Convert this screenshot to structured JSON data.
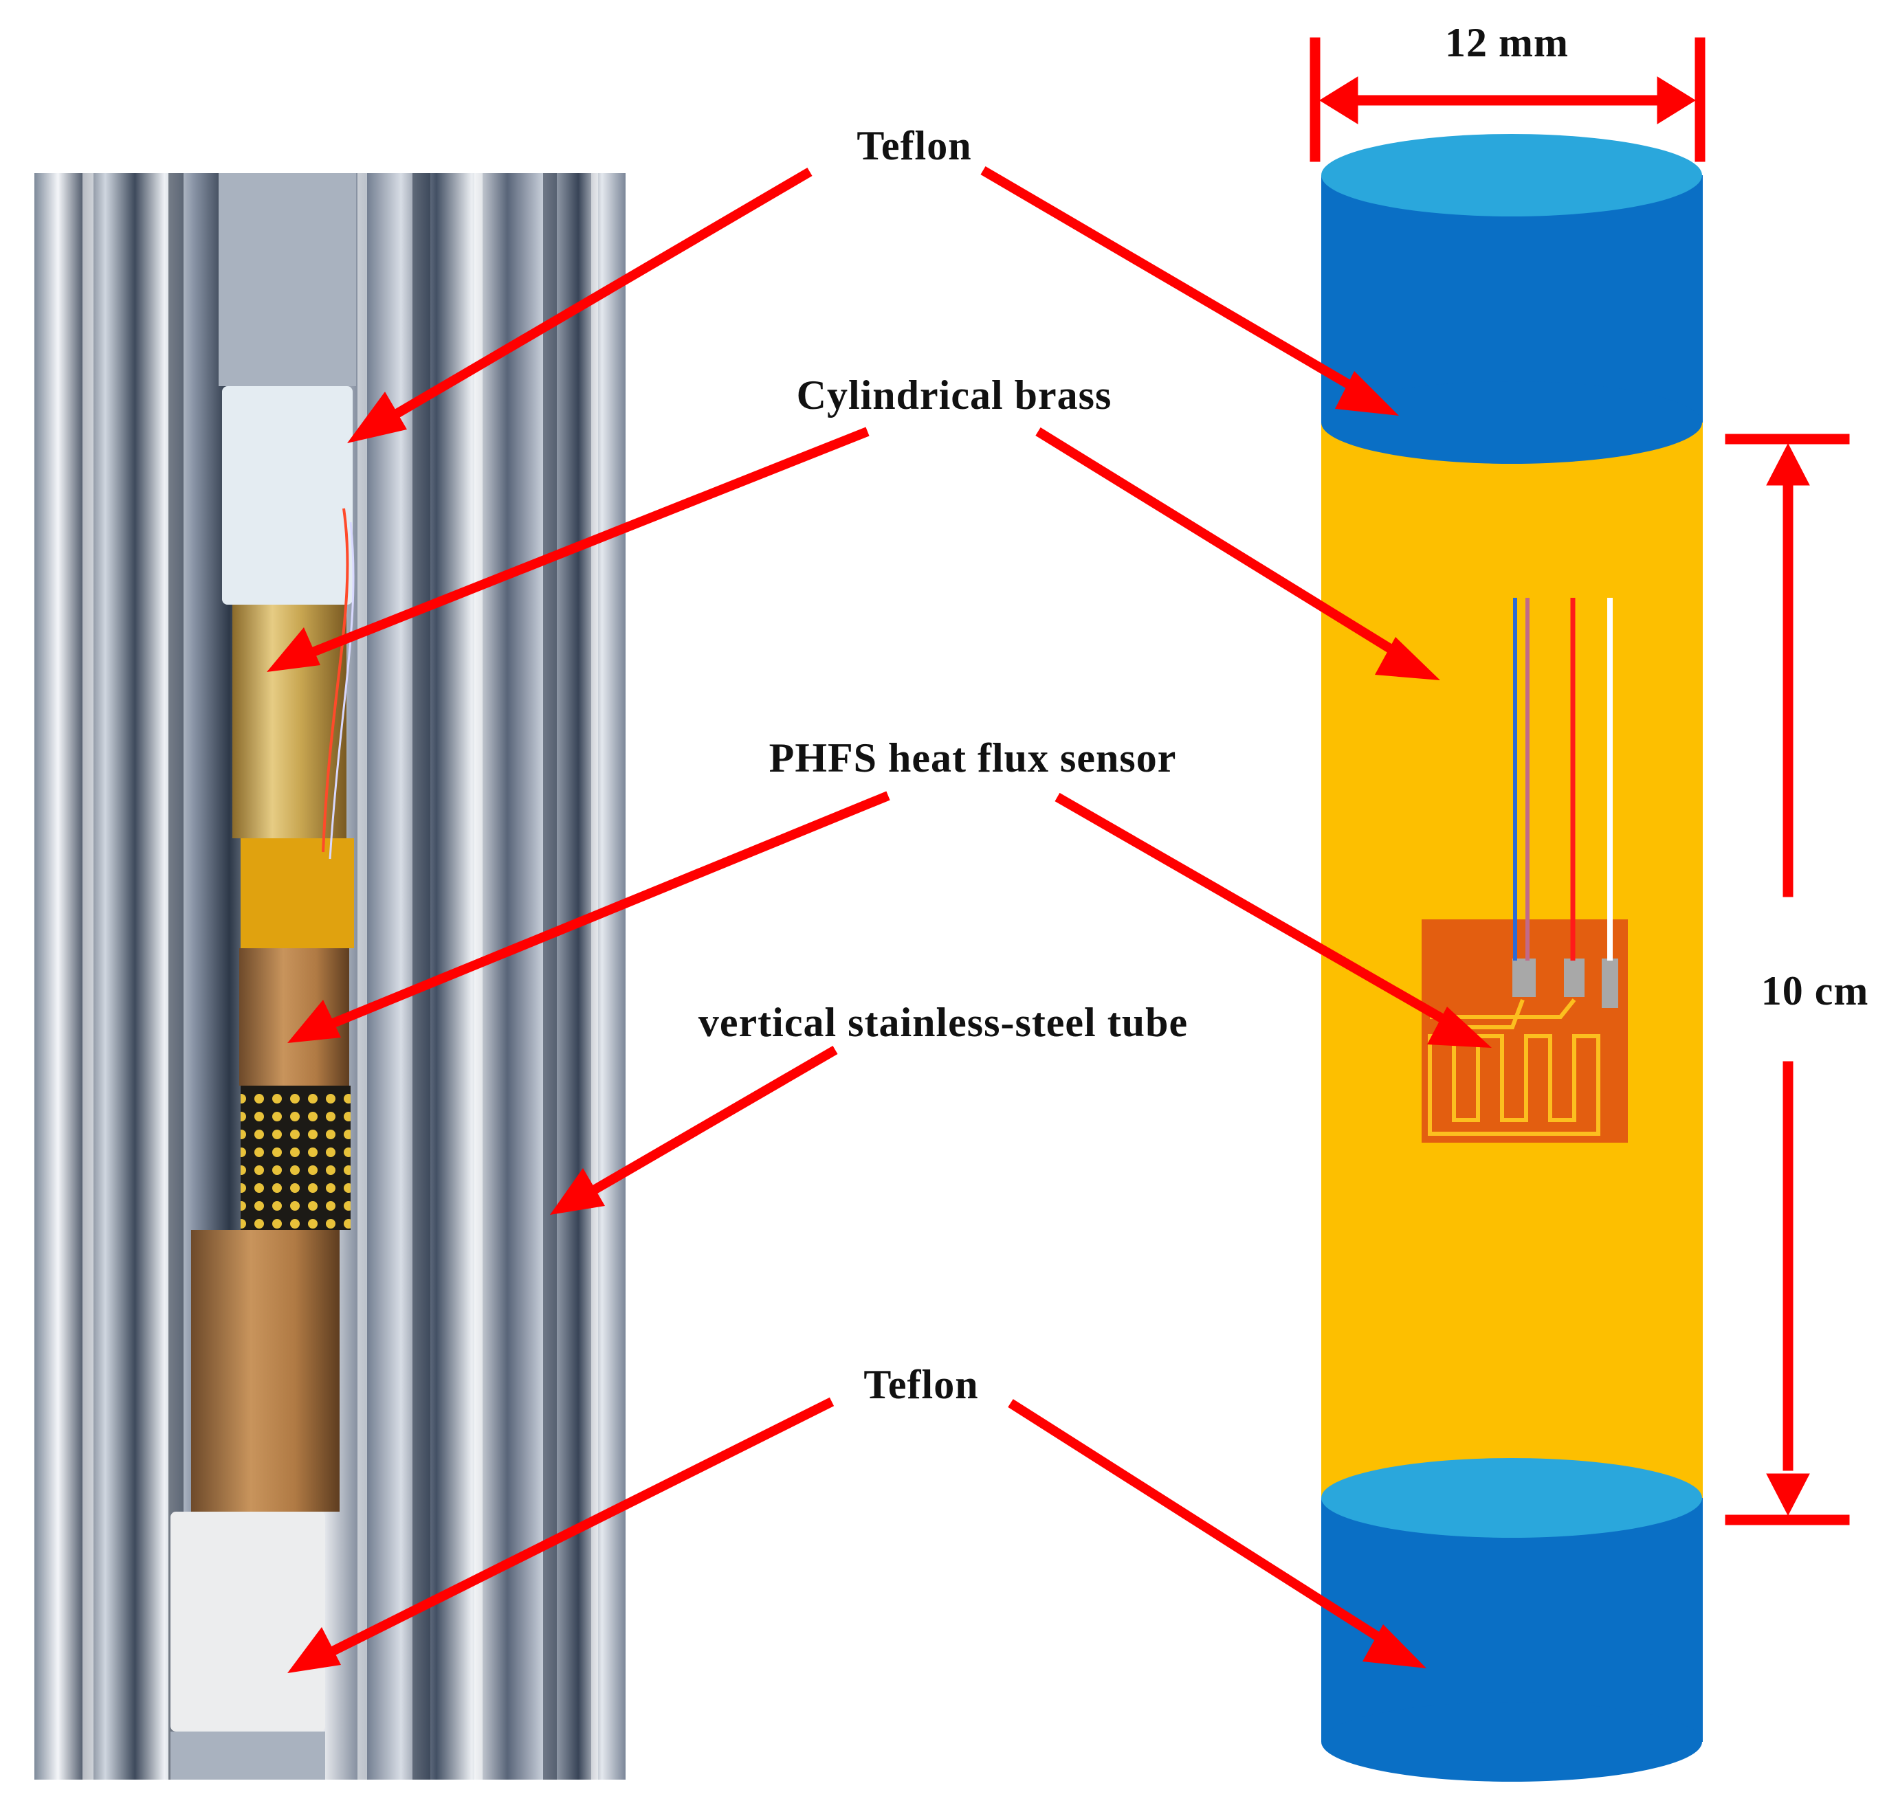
{
  "labels": {
    "teflon_top": "Teflon",
    "cylindrical_brass": "Cylindrical brass",
    "phfs_sensor": "PHFS heat flux sensor",
    "tube": "vertical stainless-steel tube",
    "teflon_bottom": "Teflon"
  },
  "dimensions": {
    "width": "12 mm",
    "height": "10 cm"
  },
  "colors": {
    "arrow": "#ff0000",
    "teflon_body": "#0a6fc5",
    "teflon_top_face": "#2aa7dc",
    "brass": "#fdbf00",
    "sensor": "#e35e10",
    "sensor_trace": "#fcbf1f"
  }
}
